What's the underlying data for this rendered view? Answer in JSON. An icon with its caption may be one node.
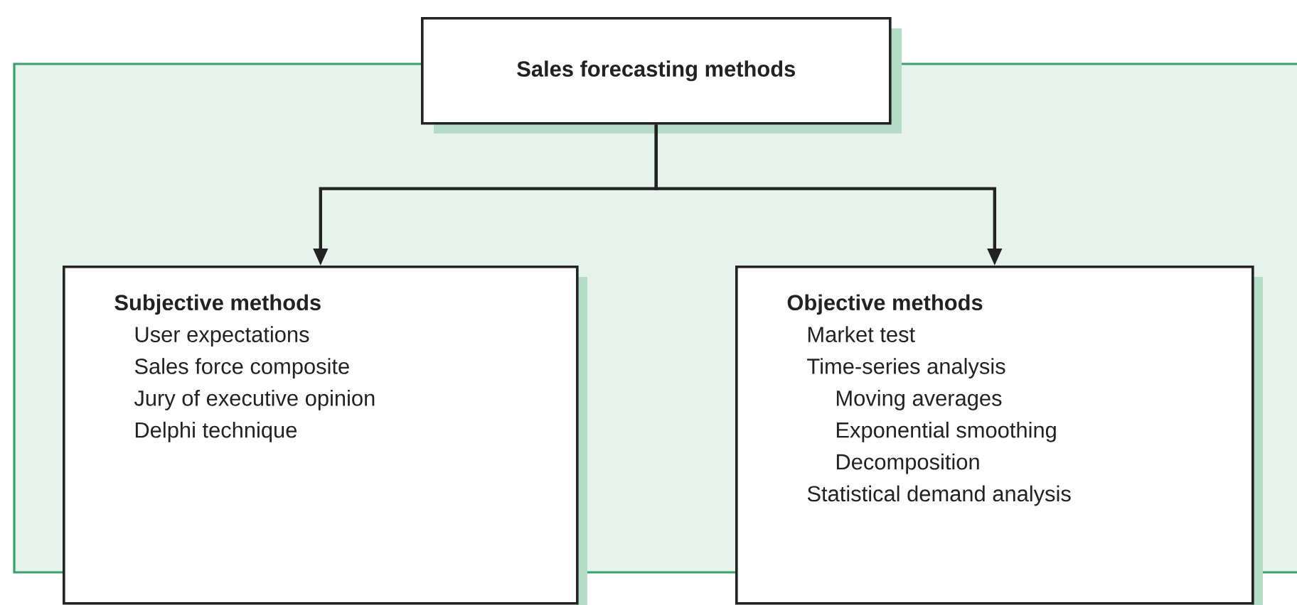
{
  "diagram": {
    "nodes": [
      {
        "text": [
          "Sales forecasting methods"
        ]
      },
      {
        "text": [
          "Subjective methods",
          "User expectations",
          "Sales force composite",
          "Jury of executive opinion",
          "Delphi technique"
        ]
      },
      {
        "text": [
          "Objective methods",
          "Market test",
          "Time-series analysis",
          "Moving averages",
          "Exponential smoothing",
          "Decomposition",
          "Statistical demand analysis"
        ]
      }
    ],
    "edges": [
      {
        "from": 0,
        "to": 1,
        "arrow": "to"
      },
      {
        "from": 0,
        "to": 2,
        "arrow": "to"
      }
    ]
  }
}
